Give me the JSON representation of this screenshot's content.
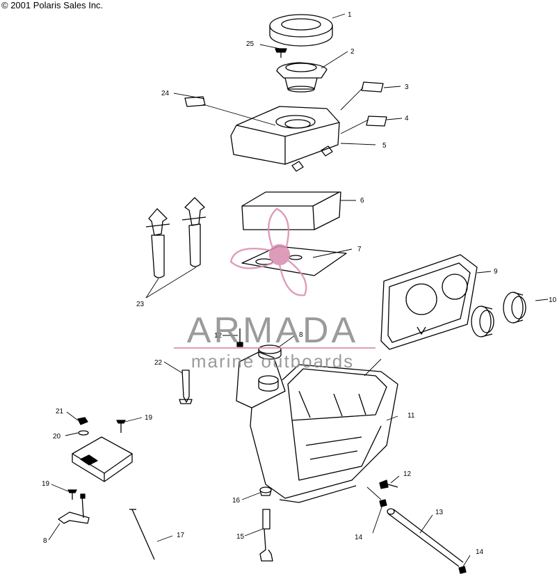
{
  "copyright": "© 2001 Polaris Sales Inc.",
  "watermark": {
    "brand": "ARMADA",
    "tagline": "marine outboards",
    "color": "#d98bb0",
    "text_color": "#8a8a8a"
  },
  "callouts": {
    "c1": "1",
    "c2": "2",
    "c3": "3",
    "c4": "4",
    "c5": "5",
    "c6": "6",
    "c7": "7",
    "c8a": "8",
    "c8b": "8",
    "c9": "9",
    "c10": "10",
    "c11": "11",
    "c12a": "12",
    "c12b": "12",
    "c13": "13",
    "c14a": "14",
    "c14b": "14",
    "c15": "15",
    "c16": "16",
    "c17": "17",
    "c19a": "19",
    "c19b": "19",
    "c20": "20",
    "c21": "21",
    "c22": "22",
    "c23": "23",
    "c24": "24",
    "c25": "25"
  }
}
